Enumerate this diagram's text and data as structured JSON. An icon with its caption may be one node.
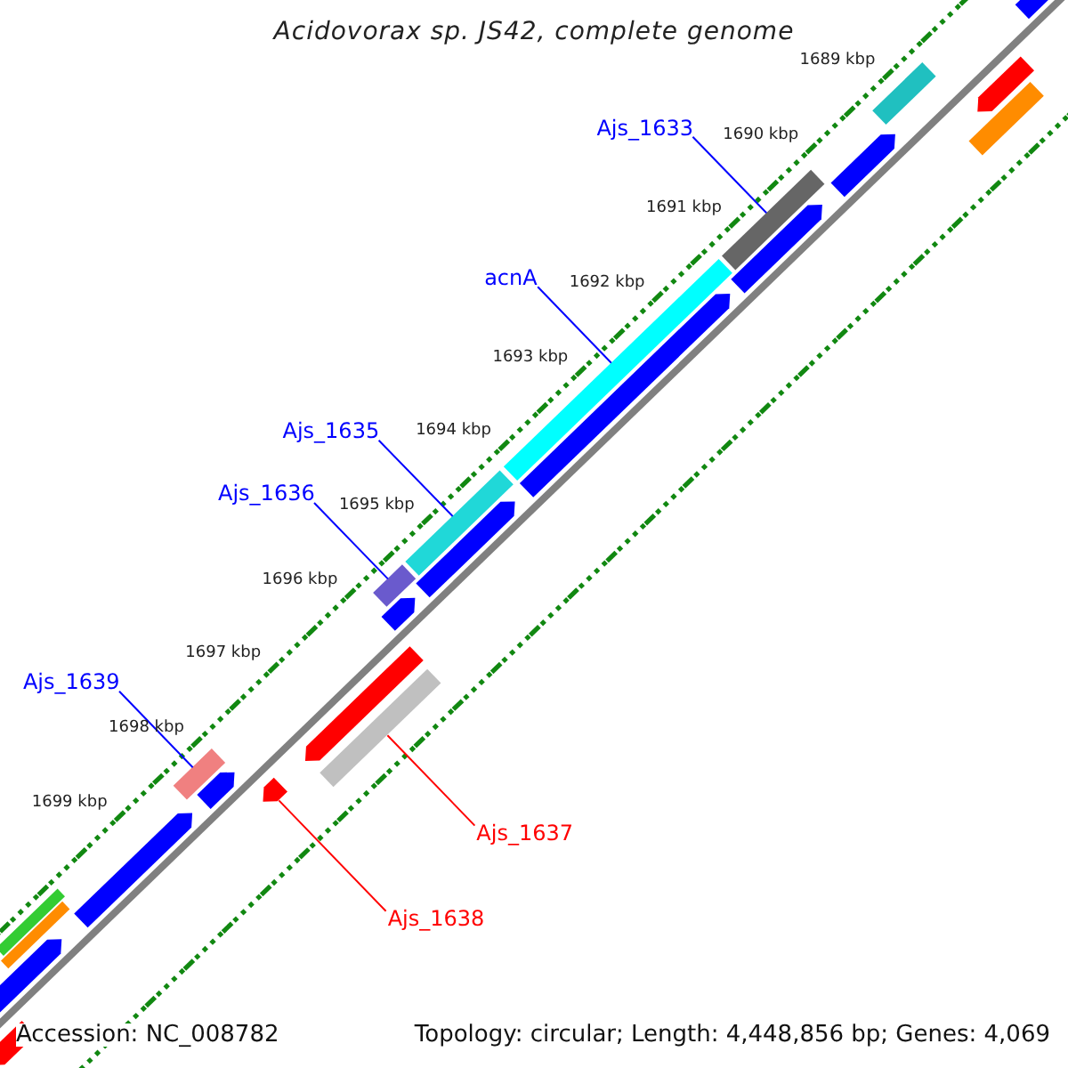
{
  "diagram": {
    "title": "Acidovorax sp. JS42, complete genome",
    "nodes": [
      {
        "text": [
          "Ajs_1633"
        ]
      },
      {
        "text": [
          "acnA"
        ]
      },
      {
        "text": [
          "Ajs_1635"
        ]
      },
      {
        "text": [
          "Ajs_1636"
        ]
      },
      {
        "text": [
          "Ajs_1639"
        ]
      },
      {
        "text": [
          "Ajs_1637"
        ]
      },
      {
        "text": [
          "Ajs_1638"
        ]
      },
      {
        "text": [],
        "shape": "bar"
      },
      {
        "text": [],
        "shape": "bar"
      },
      {
        "text": [],
        "shape": "bar"
      },
      {
        "text": [],
        "shape": "bar"
      },
      {
        "text": [],
        "shape": "bar"
      },
      {
        "text": [],
        "shape": "bar"
      },
      {
        "text": [],
        "shape": "bar"
      }
    ],
    "edges": [
      {
        "from": 0,
        "to": 7,
        "arrow": "none"
      },
      {
        "from": 1,
        "to": 8,
        "arrow": "none"
      },
      {
        "from": 2,
        "to": 9,
        "arrow": "none"
      },
      {
        "from": 3,
        "to": 10,
        "arrow": "none"
      },
      {
        "from": 4,
        "to": 12,
        "arrow": "none"
      },
      {
        "from": 5,
        "to": 11,
        "arrow": "none",
        "color": "#ff0000"
      },
      {
        "from": 6,
        "to": 13,
        "arrow": "none",
        "color": "#ff0000"
      }
    ],
    "labels": [
      "1689 kbp",
      "1690 kbp",
      "1691 kbp",
      "1692 kbp",
      "1693 kbp",
      "1694 kbp",
      "1695 kbp",
      "1696 kbp",
      "1697 kbp",
      "1698 kbp",
      "1699 kbp",
      "Accession: NC_008782",
      "Topology: circular; Length: 4,448,856 bp; Genes: 4,069"
    ]
  }
}
